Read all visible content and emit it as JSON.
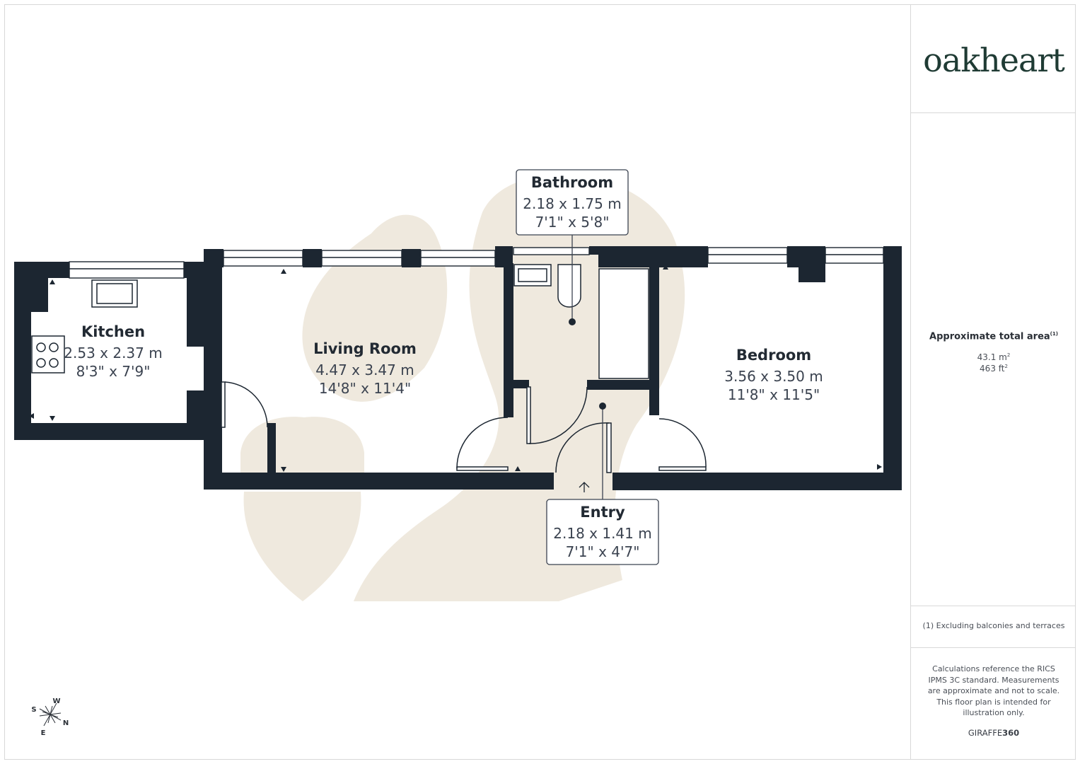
{
  "brand": {
    "logo": "oakheart",
    "provider_prefix": "GIRAFFE",
    "provider_suffix": "360"
  },
  "area": {
    "title": "Approximate total area",
    "title_note": "(1)",
    "metric_value": "43.1 m",
    "imperial_value": "463 ft",
    "unit_power": "2"
  },
  "footnote": "(1) Excluding balconies and terraces",
  "disclaimer": "Calculations reference the RICS IPMS 3C standard. Measurements are approximate and not to scale. This floor plan is intended for illustration only.",
  "rooms": {
    "kitchen": {
      "name": "Kitchen",
      "metric": "2.53 x 2.37 m",
      "imperial": "8'3\" x 7'9\""
    },
    "living": {
      "name": "Living Room",
      "metric": "4.47 x 3.47 m",
      "imperial": "14'8\" x 11'4\""
    },
    "bathroom": {
      "name": "Bathroom",
      "metric": "2.18 x 1.75 m",
      "imperial": "7'1\" x 5'8\""
    },
    "bedroom": {
      "name": "Bedroom",
      "metric": "3.56 x 3.50 m",
      "imperial": "11'8\" x 11'5\""
    },
    "entry": {
      "name": "Entry",
      "metric": "2.18 x 1.41 m",
      "imperial": "7'1\" x 4'7\""
    }
  },
  "compass": {
    "n": "N",
    "s": "S",
    "e": "E",
    "w": "W"
  },
  "colors": {
    "wall": "#1c2631",
    "watermark": "#efe9de",
    "logo": "#1f3b34"
  }
}
